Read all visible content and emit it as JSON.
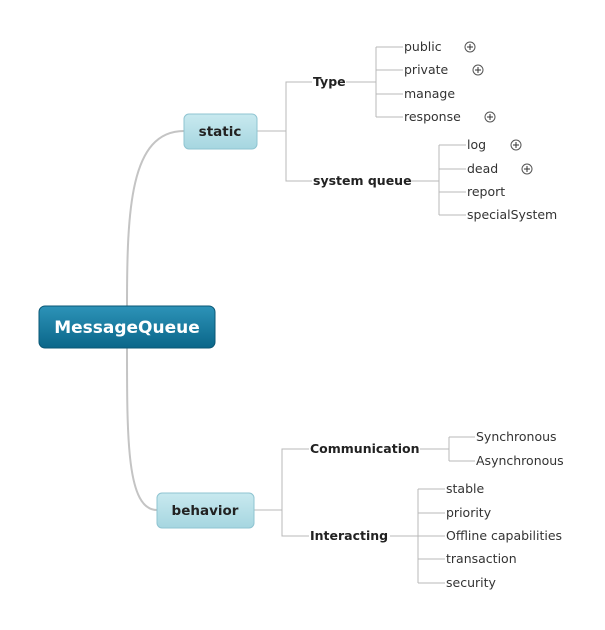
{
  "root": {
    "label": "MessageQueue",
    "color": "#0f6f93"
  },
  "branches": [
    {
      "label": "static",
      "color": "#b2dde6",
      "children": [
        {
          "label": "Type",
          "children": [
            {
              "label": "public",
              "expander": true
            },
            {
              "label": "private",
              "expander": true
            },
            {
              "label": "manage",
              "expander": false
            },
            {
              "label": "response",
              "expander": true
            }
          ]
        },
        {
          "label": "system queue",
          "children": [
            {
              "label": "log",
              "expander": true
            },
            {
              "label": "dead",
              "expander": true
            },
            {
              "label": "report",
              "expander": false
            },
            {
              "label": "specialSystem",
              "expander": false
            }
          ]
        }
      ]
    },
    {
      "label": "behavior",
      "color": "#b2dde6",
      "children": [
        {
          "label": "Communication",
          "children": [
            {
              "label": "Synchronous",
              "expander": false
            },
            {
              "label": "Asynchronous",
              "expander": false
            }
          ]
        },
        {
          "label": "Interacting",
          "children": [
            {
              "label": "stable",
              "expander": false
            },
            {
              "label": "priority",
              "expander": false
            },
            {
              "label": "Offline capabilities",
              "expander": false
            },
            {
              "label": "transaction",
              "expander": false
            },
            {
              "label": "security",
              "expander": false
            }
          ]
        }
      ]
    }
  ]
}
